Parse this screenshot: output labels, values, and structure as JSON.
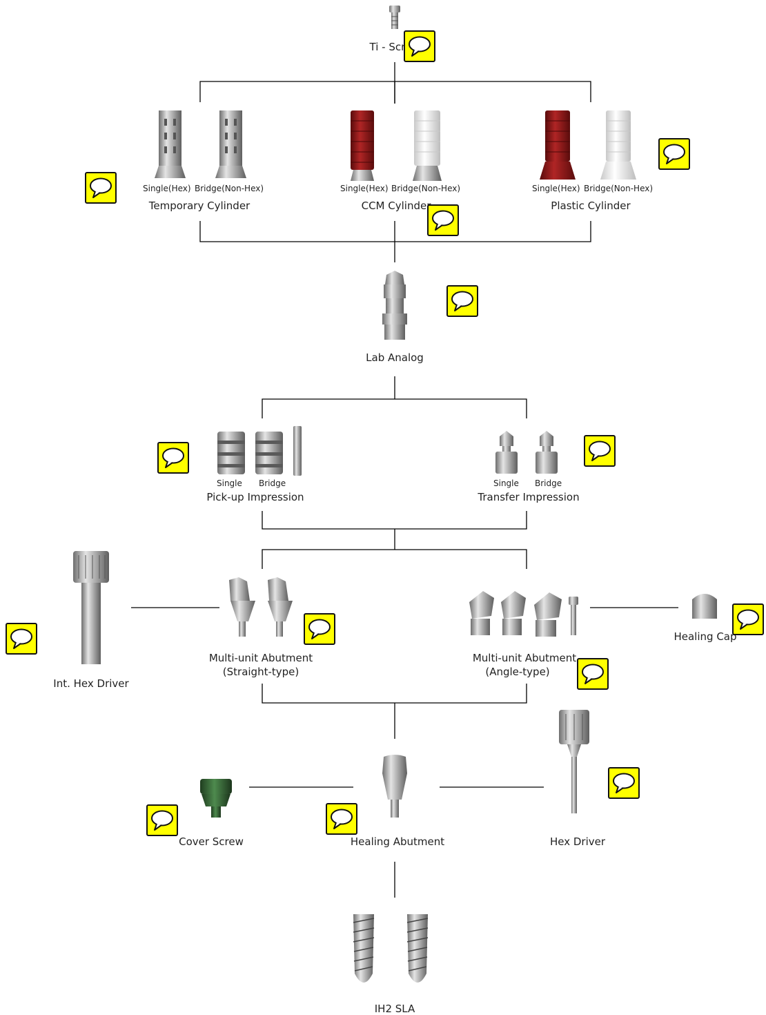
{
  "labels": {
    "ti_screw": "Ti - Screw",
    "sub_single_hex": "Single(Hex)",
    "sub_bridge_nonhex": "Bridge(Non-Hex)",
    "temporary_cylinder": "Temporary Cylinder",
    "ccm_cylinder": "CCM Cylinder",
    "plastic_cylinder": "Plastic Cylinder",
    "lab_analog": "Lab Analog",
    "sub_single": "Single",
    "sub_bridge": "Bridge",
    "pickup_impression": "Pick-up Impression",
    "transfer_impression": "Transfer Impression",
    "multi_unit_straight_1": "Multi-unit Abutment",
    "multi_unit_straight_2": "(Straight-type)",
    "multi_unit_angle_1": "Multi-unit Abutment",
    "multi_unit_angle_2": "(Angle-type)",
    "int_hex_driver": "Int. Hex Driver",
    "healing_cap": "Healing Cap",
    "cover_screw": "Cover Screw",
    "healing_abutment": "Healing Abutment",
    "hex_driver": "Hex Driver",
    "ih2_sla": "IH2 SLA"
  },
  "colors": {
    "connector": "#000000",
    "comment_bubble": "#ffff00",
    "metal": "#9a9a9a",
    "ccm_red": "#8e1a1a",
    "cover_green": "#2f5a2f"
  },
  "icons": [
    "comment-bubble-icon"
  ]
}
